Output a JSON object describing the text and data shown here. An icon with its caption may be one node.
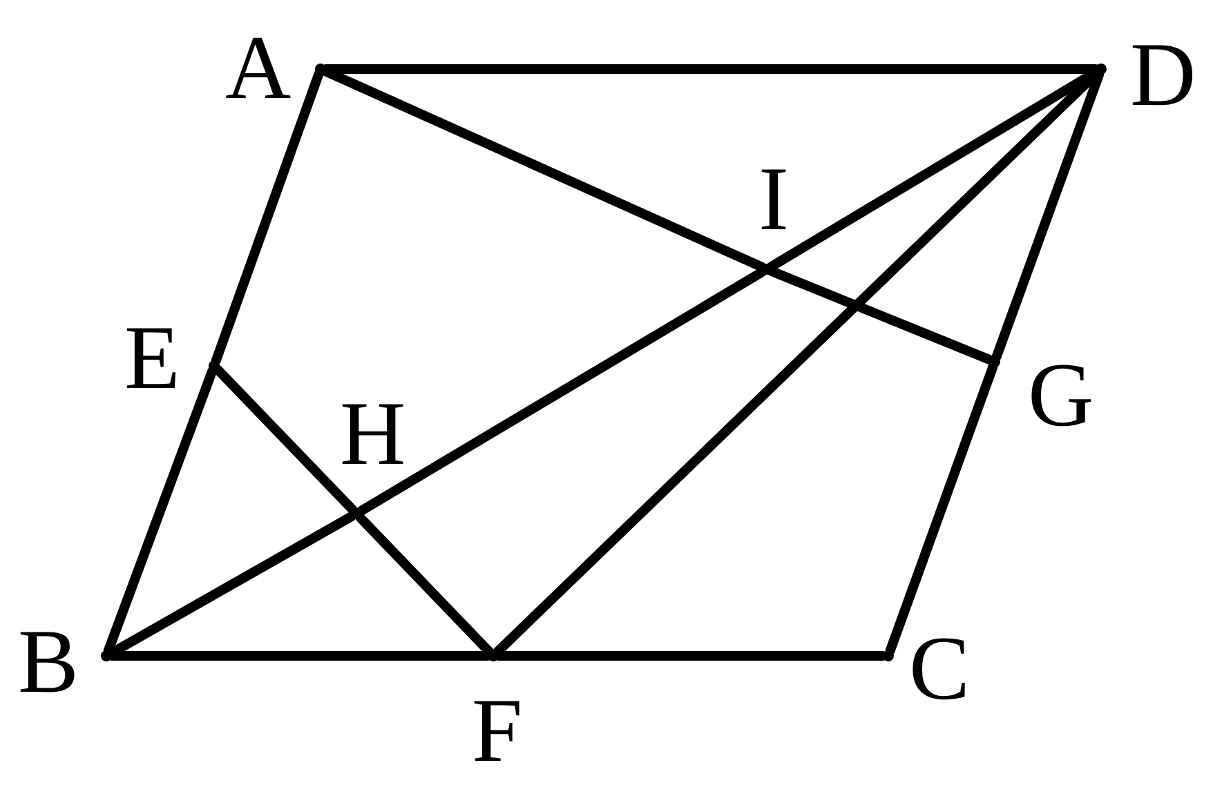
{
  "diagram": {
    "nodes": [
      {
        "text": [],
        "shape": "point",
        "beside": [
          "A"
        ]
      },
      {
        "text": [],
        "shape": "point",
        "beside": [
          "D"
        ]
      },
      {
        "text": [],
        "shape": "point",
        "beside": [
          "I"
        ]
      },
      {
        "text": [],
        "shape": "point",
        "beside": [
          "E"
        ]
      },
      {
        "text": [],
        "shape": "point",
        "beside": [
          "G"
        ]
      },
      {
        "text": [],
        "shape": "point",
        "beside": [
          "H"
        ]
      },
      {
        "text": [],
        "shape": "point",
        "beside": [
          "B"
        ]
      },
      {
        "text": [],
        "shape": "point",
        "beside": [
          "F"
        ]
      },
      {
        "text": [],
        "shape": "point",
        "beside": [
          "C"
        ]
      }
    ],
    "edges": [
      {
        "from": 0,
        "to": 1,
        "arrow": "none"
      },
      {
        "from": 0,
        "to": 3,
        "arrow": "none"
      },
      {
        "from": 3,
        "to": 6,
        "arrow": "none"
      },
      {
        "from": 6,
        "to": 7,
        "arrow": "none"
      },
      {
        "from": 7,
        "to": 8,
        "arrow": "none"
      },
      {
        "from": 8,
        "to": 4,
        "arrow": "none"
      },
      {
        "from": 4,
        "to": 1,
        "arrow": "none"
      },
      {
        "from": 0,
        "to": 2,
        "arrow": "none"
      },
      {
        "from": 2,
        "to": 4,
        "arrow": "none"
      },
      {
        "from": 6,
        "to": 5,
        "arrow": "none"
      },
      {
        "from": 5,
        "to": 2,
        "arrow": "none"
      },
      {
        "from": 2,
        "to": 1,
        "arrow": "none"
      },
      {
        "from": 3,
        "to": 5,
        "arrow": "none"
      },
      {
        "from": 5,
        "to": 7,
        "arrow": "none"
      },
      {
        "from": 7,
        "to": 1,
        "arrow": "none"
      }
    ]
  }
}
